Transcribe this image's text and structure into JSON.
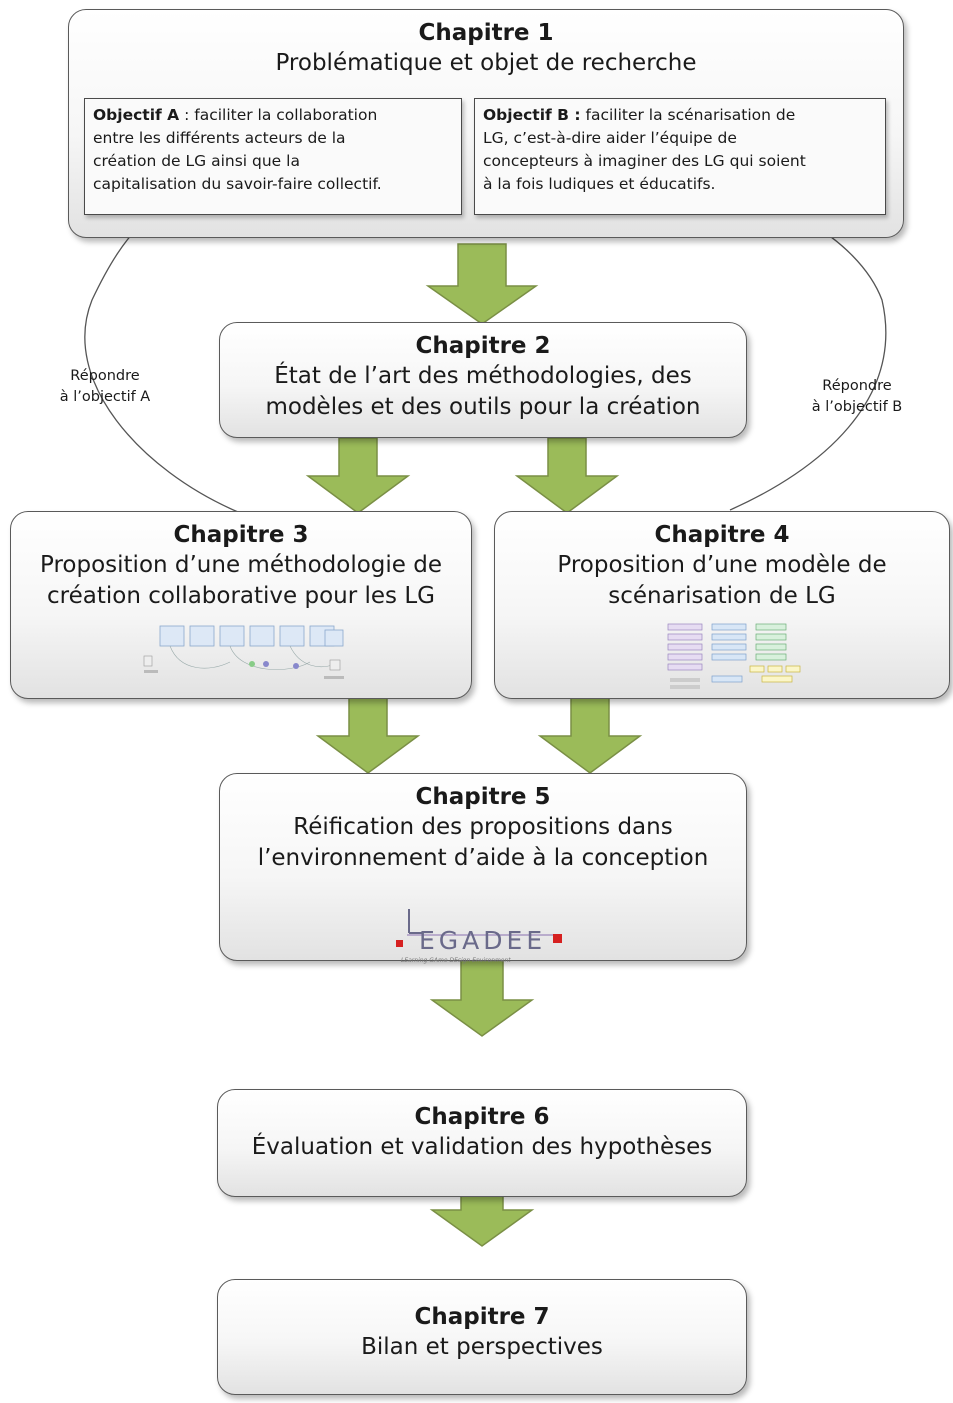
{
  "chapters": [
    {
      "title": "Chapitre 1",
      "subtitle_lines": [
        "Problématique et objet de recherche"
      ]
    },
    {
      "title": "Chapitre 2",
      "subtitle_lines": [
        "État de l’art des méthodologies, des",
        "modèles et des outils pour la création"
      ]
    },
    {
      "title": "Chapitre 3",
      "subtitle_lines": [
        "Proposition d’une méthodologie de",
        "création collaborative pour les LG"
      ]
    },
    {
      "title": "Chapitre 4",
      "subtitle_lines": [
        "Proposition d’une modèle de",
        "scénarisation de LG"
      ]
    },
    {
      "title": "Chapitre 5",
      "subtitle_lines": [
        "Réification des propositions dans",
        "l’environnement d’aide à la conception"
      ]
    },
    {
      "title": "Chapitre 6",
      "subtitle_lines": [
        "Évaluation et validation des hypothèses"
      ]
    },
    {
      "title": "Chapitre 7",
      "subtitle_lines": [
        "Bilan et perspectives"
      ]
    }
  ],
  "objectives": {
    "a": {
      "label": "Objectif A",
      "first_line_rest": " : faciliter la collaboration",
      "lines": [
        "entre les différents acteurs de la",
        "création de LG ainsi que la",
        "capitalisation du savoir-faire collectif."
      ]
    },
    "b": {
      "label": "Objectif B :",
      "first_line_rest": " faciliter la scénarisation de",
      "lines": [
        "LG, c’est-à-dire aider l’équipe de",
        "concepteurs à imaginer des LG qui soient",
        "à la fois ludiques et éducatifs."
      ]
    }
  },
  "annotations": {
    "left": [
      "Répondre",
      "à l’objectif A"
    ],
    "right": [
      "Répondre",
      "à l’objectif B"
    ]
  },
  "logo": {
    "text": "EGADEE",
    "tagline": "LEarning GAme DEsign Environment",
    "colors": {
      "dot": "#d62020",
      "letters": "#6a6a8a",
      "line": "#8a6fb0"
    }
  },
  "colors": {
    "arrow_fill": "#9bbb59",
    "arrow_stroke": "#7a8f45",
    "box_border": "#5a5a5a"
  }
}
